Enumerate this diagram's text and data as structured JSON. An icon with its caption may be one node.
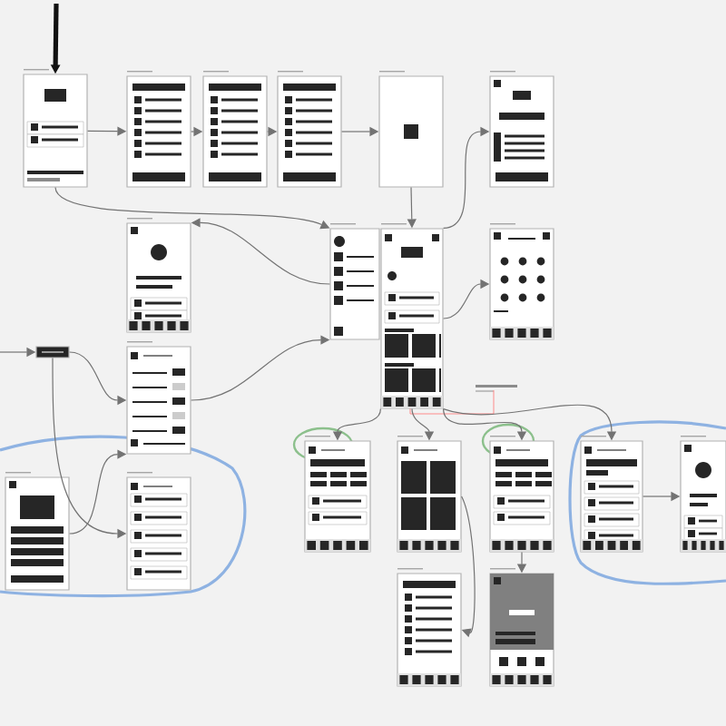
{
  "diagram": {
    "nodes": [
      {
        "text": [],
        "shape": "box"
      },
      {
        "text": [],
        "shape": "box"
      },
      {
        "text": [],
        "shape": "box"
      },
      {
        "text": [],
        "shape": "box"
      },
      {
        "text": [],
        "shape": "box"
      },
      {
        "text": [],
        "shape": "box"
      },
      {
        "text": [],
        "shape": "box"
      },
      {
        "text": [],
        "shape": "box"
      },
      {
        "text": [],
        "shape": "box"
      },
      {
        "text": [],
        "shape": "box"
      },
      {
        "text": [],
        "shape": "box"
      },
      {
        "text": [],
        "shape": "box"
      },
      {
        "text": [],
        "shape": "box"
      },
      {
        "text": [],
        "shape": "box"
      },
      {
        "text": [],
        "shape": "box"
      },
      {
        "text": [],
        "shape": "box"
      },
      {
        "text": [],
        "shape": "box"
      },
      {
        "text": [],
        "shape": "box"
      },
      {
        "text": [],
        "shape": "box"
      },
      {
        "text": [],
        "shape": "box"
      },
      {
        "text": [],
        "shape": "box"
      }
    ],
    "edges": [
      {
        "from": null,
        "to": 0,
        "arrow": "to",
        "style": "thick",
        "color": "#111111"
      },
      {
        "from": 0,
        "to": 1,
        "arrow": "to"
      },
      {
        "from": 1,
        "to": 2,
        "arrow": "to"
      },
      {
        "from": 2,
        "to": 3,
        "arrow": "to"
      },
      {
        "from": 3,
        "to": 4,
        "arrow": "to"
      },
      {
        "from": 4,
        "to": 8,
        "arrow": "to"
      },
      {
        "from": 8,
        "to": 5,
        "arrow": "to"
      },
      {
        "from": 0,
        "to": 7,
        "arrow": "to"
      },
      {
        "from": 7,
        "to": 6,
        "arrow": "to"
      },
      {
        "from": 8,
        "to": 9,
        "arrow": "to"
      },
      {
        "from": null,
        "to": 10,
        "arrow": "to"
      },
      {
        "from": 10,
        "to": 11,
        "arrow": "to"
      },
      {
        "from": 12,
        "to": 11,
        "arrow": "to"
      },
      {
        "from": 11,
        "to": 7,
        "arrow": "to"
      },
      {
        "from": 10,
        "to": 13,
        "arrow": "to"
      },
      {
        "from": 8,
        "to": 14,
        "arrow": "to"
      },
      {
        "from": 8,
        "to": 15,
        "arrow": "to"
      },
      {
        "from": 8,
        "to": 16,
        "arrow": "to"
      },
      {
        "from": 8,
        "to": 17,
        "arrow": "to"
      },
      {
        "from": 17,
        "to": 18,
        "arrow": "to"
      },
      {
        "from": 15,
        "to": 19,
        "arrow": "to"
      },
      {
        "from": 16,
        "to": 20,
        "arrow": "to"
      }
    ]
  }
}
